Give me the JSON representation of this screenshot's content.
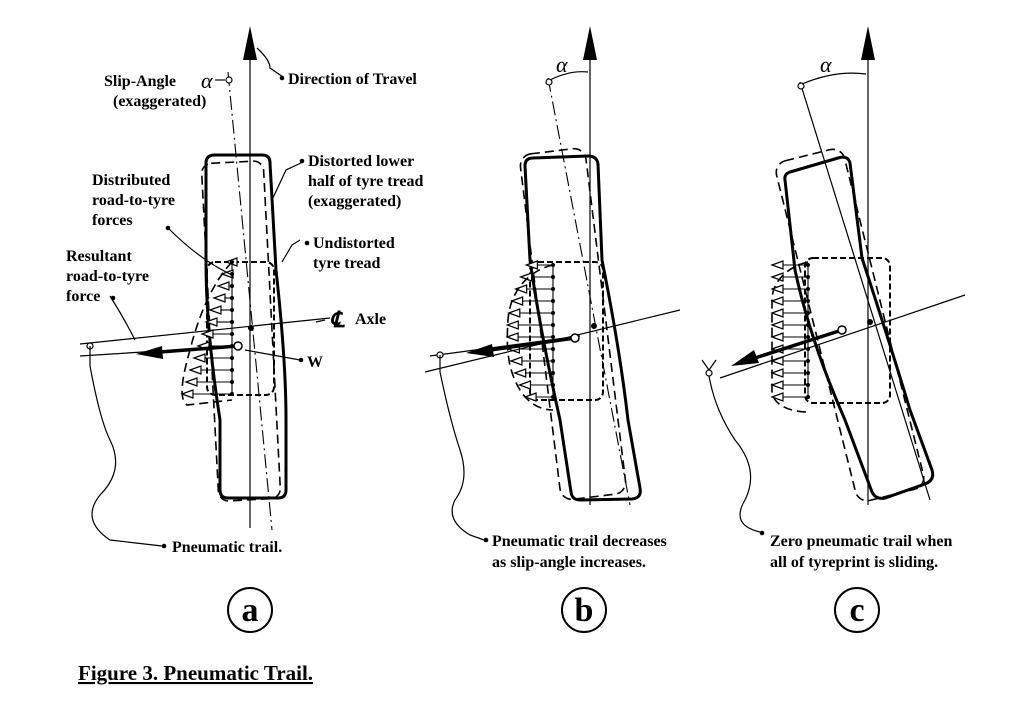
{
  "caption": "Figure 3.  Pneumatic Trail.",
  "symbols": {
    "alpha": "α",
    "centerline": "℄"
  },
  "panels": [
    {
      "letter": "a",
      "labels": {
        "slip_angle_1": "Slip-Angle",
        "slip_angle_2": "(exaggerated)",
        "direction": "Direction of Travel",
        "distorted_1": "Distorted lower",
        "distorted_2": "half of tyre tread",
        "distorted_3": "(exaggerated)",
        "distributed_1": "Distributed",
        "distributed_2": "road-to-tyre",
        "distributed_3": "forces",
        "undistorted_1": "Undistorted",
        "undistorted_2": "tyre tread",
        "resultant_1": "Resultant",
        "resultant_2": "road-to-tyre",
        "resultant_3": "force",
        "axle": "Axle",
        "w": "W",
        "trail": "Pneumatic trail."
      }
    },
    {
      "letter": "b",
      "labels": {
        "trail_1": "Pneumatic trail decreases",
        "trail_2": "as slip-angle increases."
      }
    },
    {
      "letter": "c",
      "labels": {
        "trail_1": "Zero pneumatic trail when",
        "trail_2": "all of tyreprint is sliding."
      }
    }
  ]
}
